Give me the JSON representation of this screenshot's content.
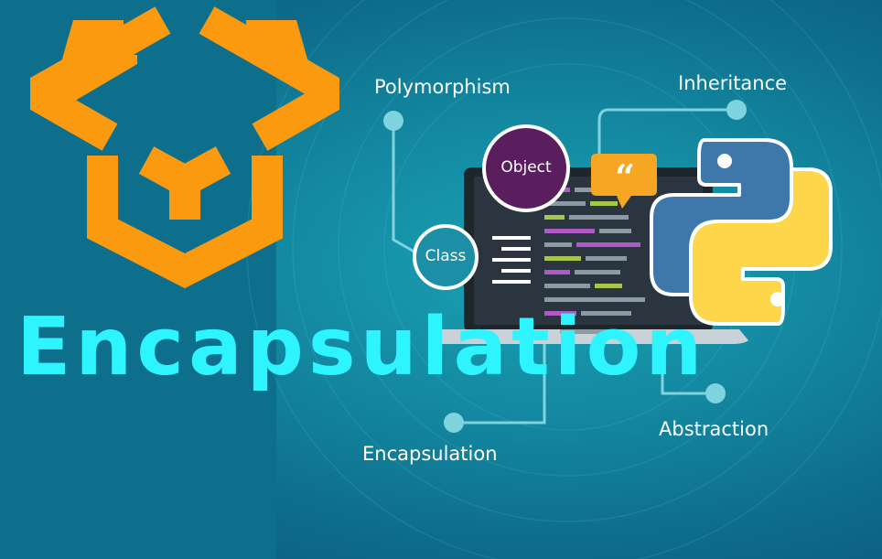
{
  "concepts": {
    "polymorphism": "Polymorphism",
    "inheritance": "Inheritance",
    "abstraction": "Abstraction",
    "encapsulation": "Encapsulation",
    "object": "Object",
    "class": "Class"
  },
  "headline": "Encapsulation",
  "quote_glyph": "“",
  "colors": {
    "logo": "#fb9a0e",
    "headline": "#2ef4ff",
    "object_bubble": "#5a1e5e",
    "class_bubble": "#1c8fa6",
    "quote_bubble": "#f5a623",
    "python_blue": "#3e78aa",
    "python_yellow": "#fdd64a"
  },
  "icons": [
    "logo-hexagon-icon",
    "python-logo-icon",
    "quote-icon",
    "laptop-icon"
  ]
}
